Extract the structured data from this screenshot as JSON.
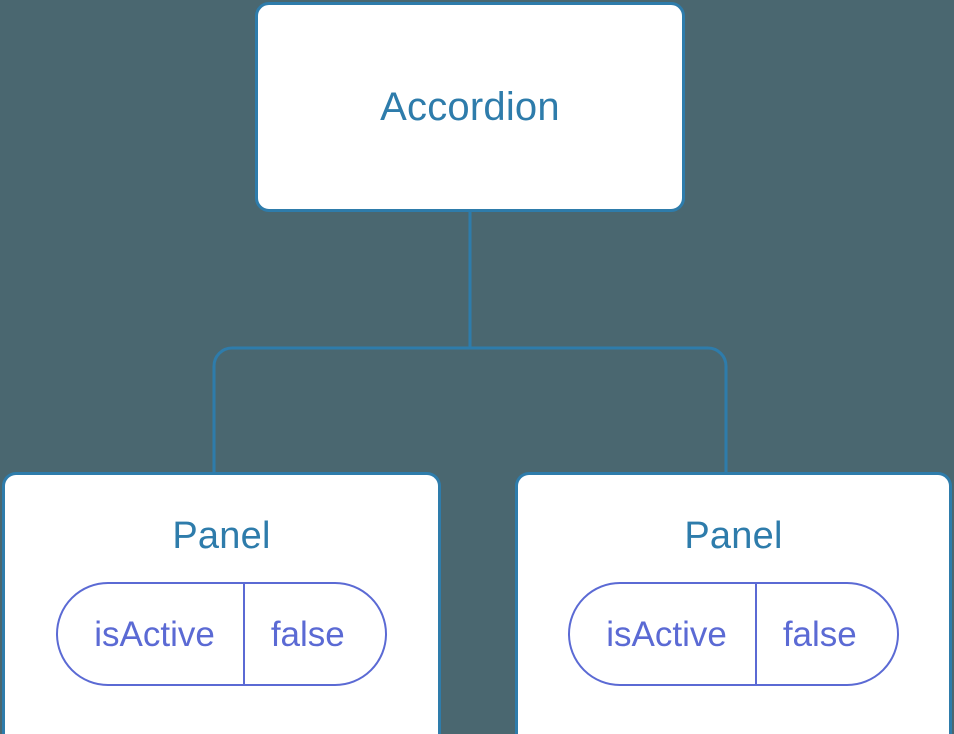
{
  "diagram": {
    "type": "component-tree",
    "background_color": "#4a6770",
    "edge_color": "#2e7cab",
    "node_border_color": "#2e7cab",
    "node_fill_color": "#ffffff",
    "title_text_color": "#2e7cab",
    "prop_color": "#5b6ad4",
    "root": {
      "label": "Accordion"
    },
    "children": [
      {
        "label": "Panel",
        "prop": {
          "key": "isActive",
          "value": "false"
        }
      },
      {
        "label": "Panel",
        "prop": {
          "key": "isActive",
          "value": "false"
        }
      }
    ]
  }
}
